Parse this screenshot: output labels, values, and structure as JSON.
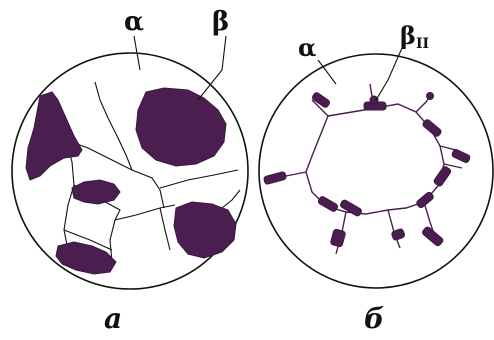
{
  "left_panel": {
    "label_alpha": "α",
    "label_beta": "β",
    "caption": "а"
  },
  "right_panel": {
    "label_alpha": "α",
    "label_beta": "β",
    "label_beta_sub": "II",
    "caption": "б"
  },
  "colors": {
    "phase_ink": "#4a1f4f",
    "outline": "#111111"
  }
}
